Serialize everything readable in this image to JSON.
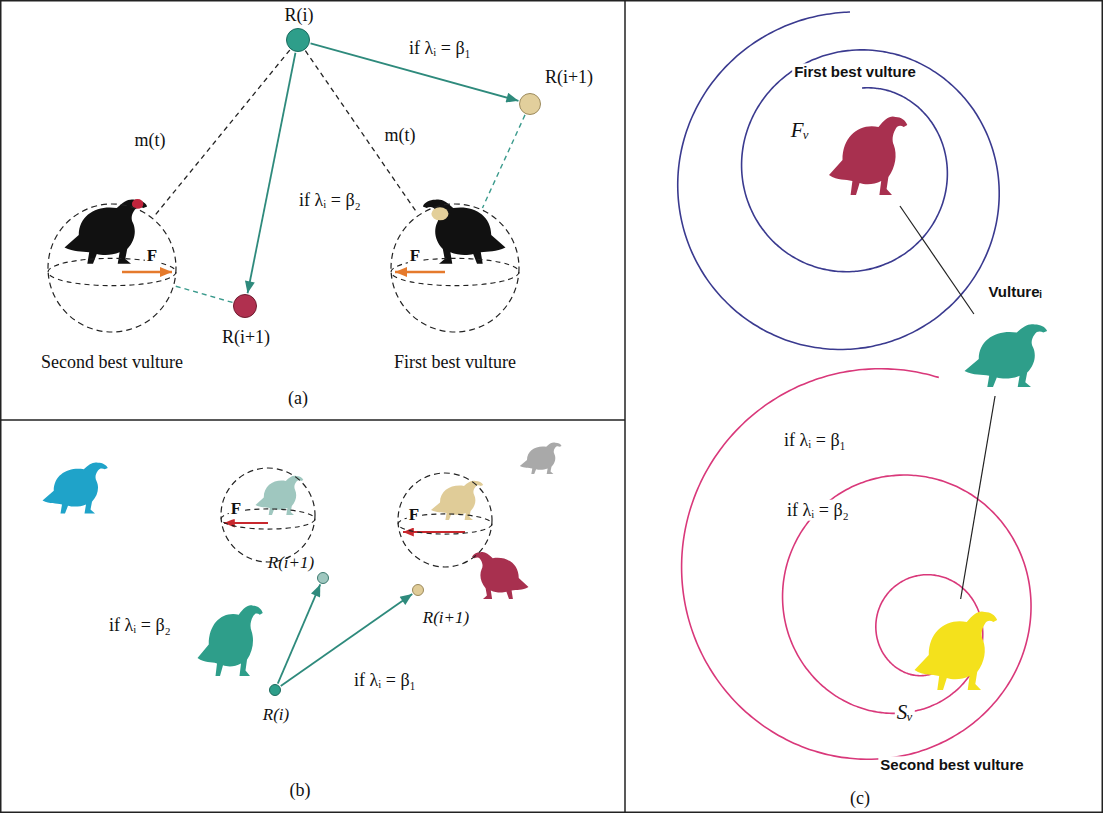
{
  "diagram": {
    "nodes": [
      {
        "text": [
          "R(i)"
        ]
      },
      {
        "text": [
          "R(i+1)"
        ]
      },
      {
        "text": [
          "R(i+1)"
        ]
      },
      {
        "text": [
          "F",
          "Second best vulture"
        ]
      },
      {
        "text": [
          "F",
          "First best vulture"
        ]
      },
      {
        "text": [
          "R(i)"
        ]
      },
      {
        "text": [
          "R(i+1)"
        ]
      },
      {
        "text": [
          "R(i+1)"
        ]
      },
      {
        "text": [
          "F"
        ]
      },
      {
        "text": [
          "F"
        ]
      },
      {
        "text": [
          "First best vulture",
          "Fᵥ"
        ]
      },
      {
        "text": [
          "Vultureᵢ"
        ]
      },
      {
        "text": [
          "Second best vulture",
          "Sᵥ"
        ]
      }
    ],
    "edges": [
      {
        "from": 0,
        "to": 1,
        "arrow": "to",
        "label": "if λᵢ = β₁"
      },
      {
        "from": 0,
        "to": 2,
        "arrow": "to",
        "label": "if λᵢ = β₂"
      },
      {
        "from": 0,
        "to": 3,
        "arrow": "none",
        "label": "m(t)"
      },
      {
        "from": 0,
        "to": 4,
        "arrow": "none",
        "label": "m(t)"
      },
      {
        "from": 1,
        "to": 4,
        "arrow": "none"
      },
      {
        "from": 2,
        "to": 3,
        "arrow": "none"
      },
      {
        "from": 5,
        "to": 6,
        "arrow": "to",
        "label": "if λᵢ = β₂"
      },
      {
        "from": 5,
        "to": 7,
        "arrow": "to",
        "label": "if λᵢ = β₁"
      },
      {
        "from": 11,
        "to": 10,
        "arrow": "none",
        "label": "if λᵢ = β₁"
      },
      {
        "from": 11,
        "to": 12,
        "arrow": "none",
        "label": "if λᵢ = β₂"
      }
    ],
    "labels": [
      "(a)",
      "(b)",
      "(c)"
    ]
  }
}
